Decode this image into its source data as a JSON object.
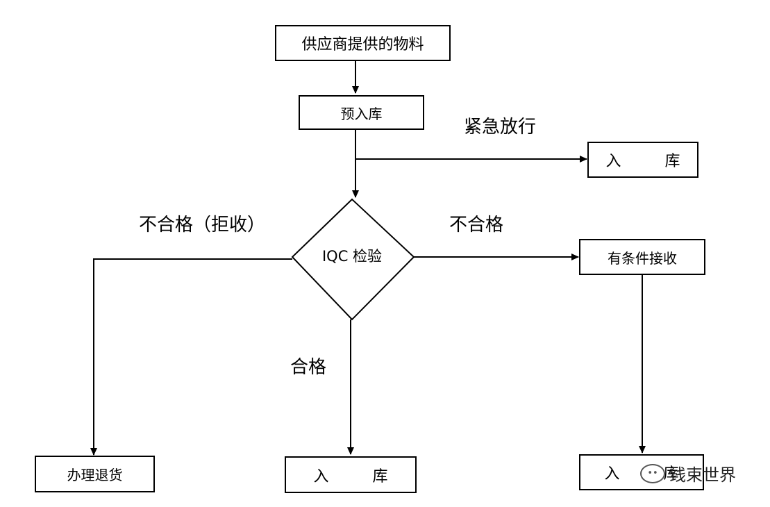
{
  "nodes": {
    "supplier_material": "供应商提供的物料",
    "pre_storage": "预入库",
    "iqc_inspection": "IQC 检验",
    "storage_emergency": "入 库",
    "conditional_acceptance": "有条件接收",
    "return_goods": "办理退货",
    "storage_pass": "入 库",
    "storage_conditional": "入 库"
  },
  "edge_labels": {
    "emergency_release": "紧急放行",
    "reject": "不合格（拒收）",
    "nonconforming": "不合格",
    "pass": "合格"
  },
  "watermark": {
    "text": "线束世界",
    "icon": "wechat-icon"
  }
}
